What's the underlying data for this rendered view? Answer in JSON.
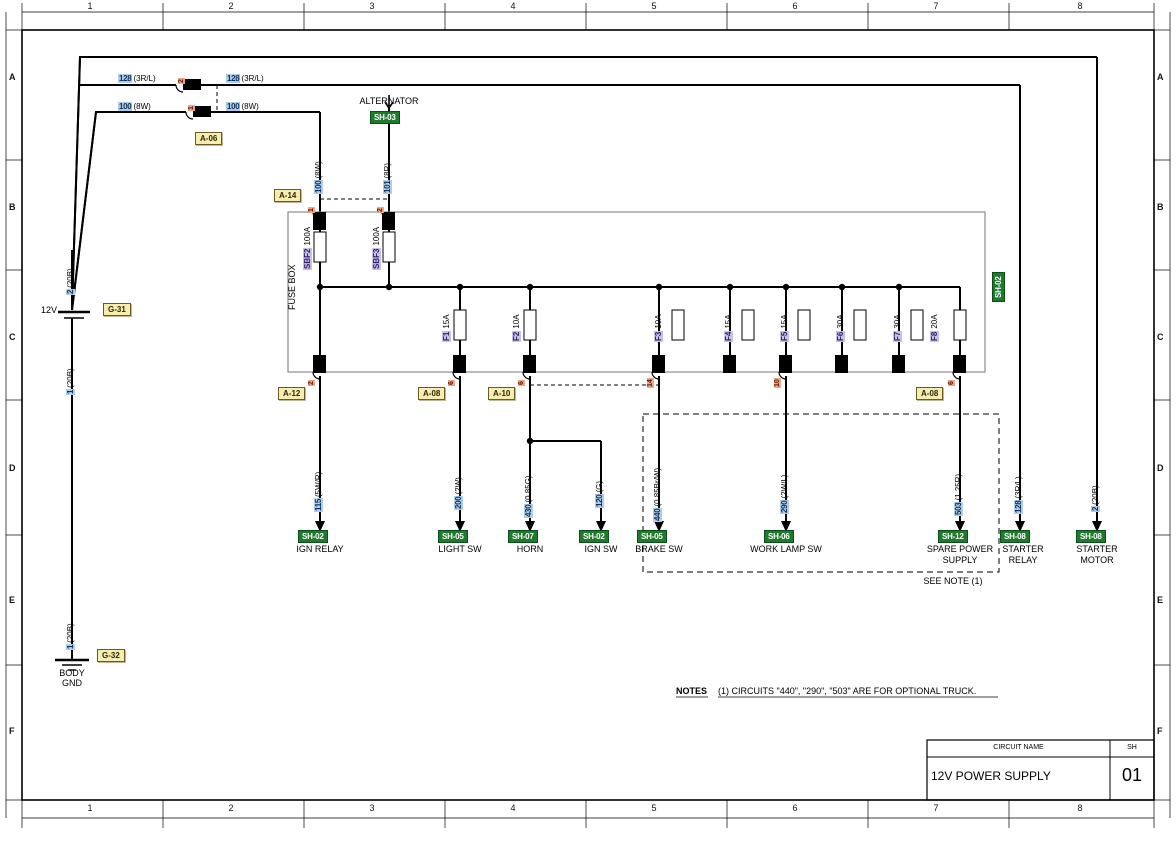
{
  "sheet": {
    "title": "12V POWER SUPPLY",
    "sheet_no": "01",
    "titleblock_header_name": "CIRCUIT NAME",
    "titleblock_header_sh": "SH",
    "grid_columns": [
      "1",
      "2",
      "3",
      "4",
      "5",
      "6",
      "7",
      "8"
    ],
    "grid_rows": [
      "A",
      "B",
      "C",
      "D",
      "E",
      "F"
    ]
  },
  "notes": {
    "label": "NOTES",
    "text": "(1) CIRCUITS  \"440\", \"290\", \"503\" ARE FOR OPTIONAL TRUCK.",
    "see_note": "SEE NOTE (1)"
  },
  "battery": {
    "voltage_label": "12V",
    "ground_box": "G-31",
    "body_ground_box": "G-32",
    "body_gnd_line1": "BODY",
    "body_gnd_line2": "GND"
  },
  "fusebox": {
    "label": "FUSE BOX",
    "sheet_ref": "SH-02"
  },
  "alternator": {
    "label": "ALTERNATOR",
    "sheet_ref": "SH-03"
  },
  "connectors": [
    {
      "id": "A-06"
    },
    {
      "id": "A-14"
    },
    {
      "id": "A-12"
    },
    {
      "id": "A-08"
    },
    {
      "id": "A-10"
    },
    {
      "id": "A-08"
    }
  ],
  "pins": [
    "2",
    "1",
    "1",
    "2",
    "2",
    "6",
    "6",
    "14",
    "10",
    "6"
  ],
  "fuses": [
    {
      "id": "SBF2",
      "rating": "100A"
    },
    {
      "id": "SBF3",
      "rating": "100A"
    },
    {
      "id": "F1",
      "rating": "15A"
    },
    {
      "id": "F2",
      "rating": "10A"
    },
    {
      "id": "F3",
      "rating": "10A"
    },
    {
      "id": "F4",
      "rating": "15A"
    },
    {
      "id": "F5",
      "rating": "15A"
    },
    {
      "id": "F6",
      "rating": "30A"
    },
    {
      "id": "F7",
      "rating": "30A"
    },
    {
      "id": "F8",
      "rating": "20A"
    }
  ],
  "wires": [
    {
      "num": "128",
      "spec": "(3R/L)"
    },
    {
      "num": "128",
      "spec": "(3R/L)"
    },
    {
      "num": "100",
      "spec": "(8W)"
    },
    {
      "num": "100",
      "spec": "(8W)"
    },
    {
      "num": "100",
      "spec": "(8W)"
    },
    {
      "num": "101",
      "spec": "(8R)"
    },
    {
      "num": "2",
      "spec": "(20B)"
    },
    {
      "num": "1",
      "spec": "(20B)"
    },
    {
      "num": "1",
      "spec": "(20B)"
    },
    {
      "num": "115",
      "spec": "(5W/R)"
    },
    {
      "num": "200",
      "spec": "(2W)"
    },
    {
      "num": "430",
      "spec": "(0.85G)"
    },
    {
      "num": "120",
      "spec": "(G)"
    },
    {
      "num": "440",
      "spec": "(0.85Br/W)"
    },
    {
      "num": "290",
      "spec": "(2W/L)"
    },
    {
      "num": "503",
      "spec": "(1.25R)"
    },
    {
      "num": "128",
      "spec": "(3R/L)"
    },
    {
      "num": "2",
      "spec": "(20B)"
    }
  ],
  "loads": [
    {
      "sheet_ref": "SH-02",
      "name": "IGN RELAY",
      "name2": ""
    },
    {
      "sheet_ref": "SH-05",
      "name": "LIGHT SW",
      "name2": ""
    },
    {
      "sheet_ref": "SH-07",
      "name": "HORN",
      "name2": ""
    },
    {
      "sheet_ref": "SH-02",
      "name": "IGN SW",
      "name2": ""
    },
    {
      "sheet_ref": "SH-05",
      "name": "BRAKE SW",
      "name2": ""
    },
    {
      "sheet_ref": "SH-06",
      "name": "WORK LAMP SW",
      "name2": ""
    },
    {
      "sheet_ref": "SH-12",
      "name": "SPARE POWER",
      "name2": "SUPPLY"
    },
    {
      "sheet_ref": "SH-08",
      "name": "STARTER",
      "name2": "RELAY"
    },
    {
      "sheet_ref": "SH-08",
      "name": "STARTER",
      "name2": "MOTOR"
    }
  ],
  "colors": {
    "wire_badge_bg": "#aecde8",
    "fuse_badge_bg": "#c9bfe8",
    "sheet_ref_bg": "#1f7a2e",
    "connector_bg": "#f7edb0",
    "pin_bg": "#f0a58a",
    "line": "#000000",
    "fusebox_outline": "#808080"
  }
}
